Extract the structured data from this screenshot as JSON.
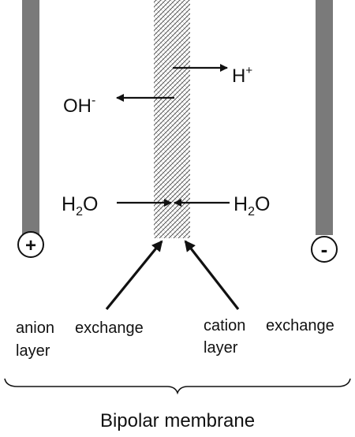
{
  "diagram": {
    "ions": {
      "hydrogen": {
        "symbol": "H",
        "charge": "+"
      },
      "hydroxide": {
        "symbol": "OH",
        "charge": "-"
      }
    },
    "water_left": {
      "main": "H",
      "sub": "2",
      "tail": "O"
    },
    "water_right": {
      "main": "H",
      "sub": "2",
      "tail": "O"
    },
    "electrodes": {
      "anode_sign": "+",
      "cathode_sign": "-"
    },
    "labels": {
      "anion_line1_a": "anion",
      "anion_line1_b": "exchange",
      "anion_line2": "layer",
      "cation_line1_a": "cation",
      "cation_line1_b": "exchange",
      "cation_line2": "layer",
      "caption": "Bipolar membrane"
    },
    "colors": {
      "electrode": "#7a7a7a",
      "ink": "#111111",
      "hatch": "#444444"
    }
  }
}
